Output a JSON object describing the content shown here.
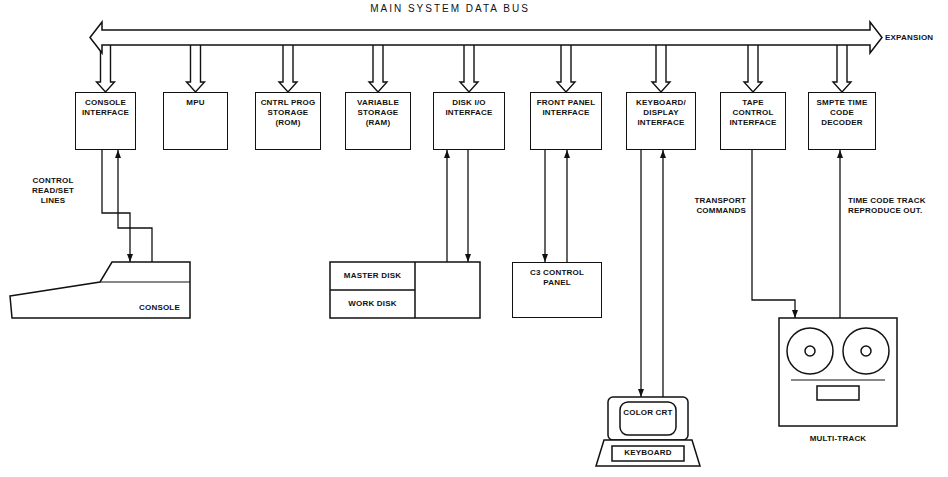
{
  "diagram": {
    "nodes": [
      {
        "text": [
          "MAIN SYSTEM DATA BUS"
        ]
      },
      {
        "text": [
          "CONSOLE INTERFACE"
        ]
      },
      {
        "text": [
          "MPU"
        ]
      },
      {
        "text": [
          "CNTRL PROG STORAGE (ROM)"
        ]
      },
      {
        "text": [
          "VARIABLE STORAGE (RAM)"
        ]
      },
      {
        "text": [
          "DISK I/O INTERFACE"
        ]
      },
      {
        "text": [
          "FRONT PANEL INTERFACE"
        ]
      },
      {
        "text": [
          "KEYBOARD/ DISPLAY INTERFACE"
        ]
      },
      {
        "text": [
          "TAPE CONTROL INTERFACE"
        ]
      },
      {
        "text": [
          "SMPTE TIME CODE DECODER"
        ]
      },
      {
        "text": [
          "CONSOLE"
        ]
      },
      {
        "text": [
          "MASTER DISK"
        ]
      },
      {
        "text": [
          "WORK DISK"
        ]
      },
      {
        "text": [
          "C3 CONTROL PANEL"
        ]
      },
      {
        "text": [
          "COLOR CRT"
        ]
      },
      {
        "text": [
          "KEYBOARD"
        ]
      },
      {
        "text": [
          "MULTI-TRACK"
        ]
      }
    ],
    "edges": [
      {
        "from": 0,
        "to": 1,
        "arrow": "to"
      },
      {
        "from": 0,
        "to": 2,
        "arrow": "to"
      },
      {
        "from": 0,
        "to": 3,
        "arrow": "to"
      },
      {
        "from": 0,
        "to": 4,
        "arrow": "to"
      },
      {
        "from": 0,
        "to": 5,
        "arrow": "to"
      },
      {
        "from": 0,
        "to": 6,
        "arrow": "to"
      },
      {
        "from": 0,
        "to": 7,
        "arrow": "to"
      },
      {
        "from": 0,
        "to": 8,
        "arrow": "to"
      },
      {
        "from": 0,
        "to": 9,
        "arrow": "to"
      },
      {
        "from": 1,
        "to": 10,
        "arrow": "to"
      },
      {
        "from": 10,
        "to": 1,
        "arrow": "to"
      },
      {
        "from": 11,
        "to": 5,
        "arrow": "to"
      },
      {
        "from": 5,
        "to": 11,
        "arrow": "to"
      },
      {
        "from": 6,
        "to": 13,
        "arrow": "to"
      },
      {
        "from": 13,
        "to": 6,
        "arrow": "to"
      },
      {
        "from": 7,
        "to": 14,
        "arrow": "to"
      },
      {
        "from": 14,
        "to": 7,
        "arrow": "to"
      },
      {
        "from": 8,
        "to": 16,
        "arrow": "to"
      },
      {
        "from": 16,
        "to": 9,
        "arrow": "to"
      }
    ],
    "labels": [
      "EXPANSION",
      "CONTROL READ/SET LINES",
      "TRANSPORT COMMANDS",
      "TIME CODE TRACK REPRODUCE OUT."
    ]
  }
}
